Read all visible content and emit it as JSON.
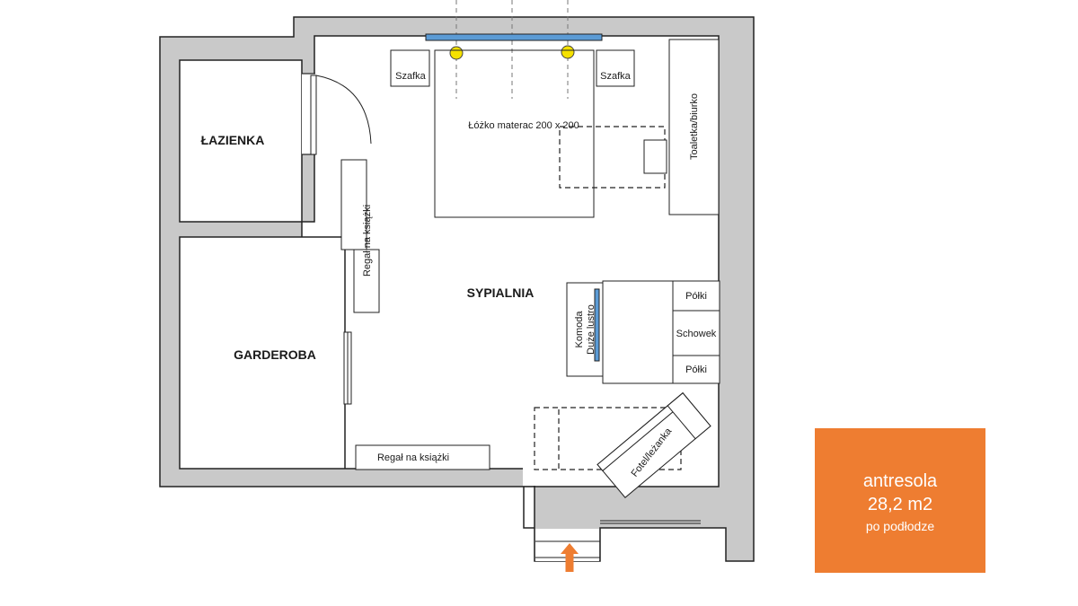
{
  "rooms": {
    "bathroom": "ŁAZIENKA",
    "wardrobe": "GARDEROBA",
    "bedroom": "SYPIALNIA"
  },
  "furniture": {
    "cabinet_left": "Szafka",
    "cabinet_right": "Szafka",
    "bed": "Łóżko materac 200 x 200",
    "vanity_desk": "Toaletka/biurko",
    "bookshelf_vertical": "Regał na książki",
    "bookshelf_horizontal": "Regał na książki",
    "dresser": "Komoda",
    "big_mirror": "Duże lustro",
    "shelves_top": "Półki",
    "storage": "Schowek",
    "shelves_bottom": "Półki",
    "armchair": "Fotel/leżanka"
  },
  "info_box": {
    "name": "antresola",
    "area": "28,2 m2",
    "note": "po podłodze"
  },
  "colors": {
    "wall": "#c9c9c9",
    "wall_stroke": "#222222",
    "window": "#5b9bd5",
    "light": "#f5e100",
    "info_box": "#ee7d31",
    "arrow": "#ee7d31"
  }
}
